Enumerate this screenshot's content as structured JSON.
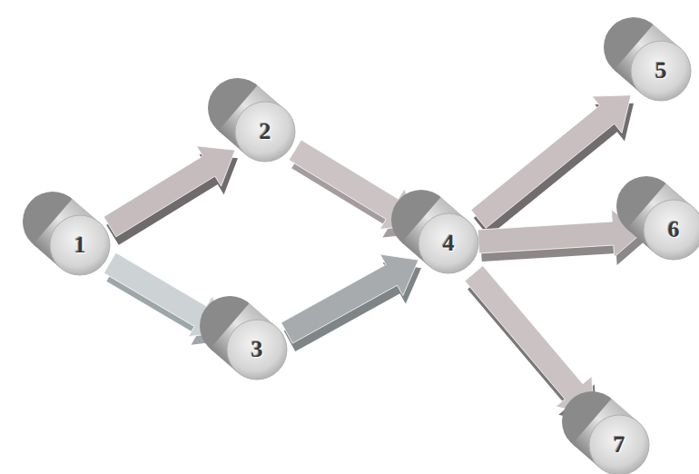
{
  "diagram": {
    "nodes": [
      {
        "text": [
          "1"
        ]
      },
      {
        "text": [
          "2"
        ]
      },
      {
        "text": [
          "3"
        ]
      },
      {
        "text": [
          "4"
        ]
      },
      {
        "text": [
          "5"
        ]
      },
      {
        "text": [
          "6"
        ]
      },
      {
        "text": [
          "7"
        ]
      }
    ],
    "edges": [
      {
        "from": 0,
        "to": 1,
        "arrow": "to"
      },
      {
        "from": 0,
        "to": 2,
        "arrow": "to"
      },
      {
        "from": 1,
        "to": 3,
        "arrow": "to"
      },
      {
        "from": 2,
        "to": 3,
        "arrow": "to"
      },
      {
        "from": 3,
        "to": 4,
        "arrow": "to"
      },
      {
        "from": 3,
        "to": 5,
        "arrow": "to"
      },
      {
        "from": 3,
        "to": 6,
        "arrow": "to"
      }
    ]
  }
}
